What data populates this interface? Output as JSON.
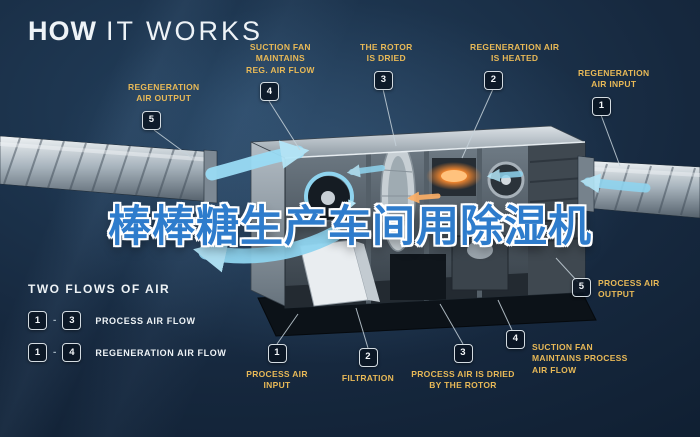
{
  "title": {
    "part1": "HOW",
    "part2": "IT WORKS"
  },
  "overlay": {
    "text": "棒棒糖生产车间用除湿机"
  },
  "callouts": [
    {
      "num": "5",
      "text": "REGENERATION\nAIR OUTPUT"
    },
    {
      "num": "4",
      "text": "SUCTION FAN\nMAINTAINS\nREG. AIR FLOW"
    },
    {
      "num": "3",
      "text": "THE ROTOR\nIS DRIED"
    },
    {
      "num": "2",
      "text": "REGENERATION AIR\nIS HEATED"
    },
    {
      "num": "1",
      "text": "REGENERATION\nAIR INPUT"
    },
    {
      "num": "5",
      "text": "PROCESS AIR\nOUTPUT"
    },
    {
      "num": "4",
      "text": "SUCTION FAN\nMAINTAINS PROCESS\nAIR FLOW"
    },
    {
      "num": "3",
      "text": "PROCESS AIR IS DRIED\nBY THE ROTOR"
    },
    {
      "num": "2",
      "text": "FILTRATION"
    },
    {
      "num": "1",
      "text": "PROCESS AIR\nINPUT"
    }
  ],
  "legend": {
    "title": "TWO FLOWS OF AIR",
    "rows": [
      {
        "from": "1",
        "separator": "-",
        "to": "3",
        "label": "PROCESS AIR FLOW"
      },
      {
        "from": "1",
        "separator": "-",
        "to": "4",
        "label": "REGENERATION AIR FLOW"
      }
    ]
  },
  "colors": {
    "background_navy": "#14283f",
    "label_gold": "#e8b957",
    "airflow_cyan": "#8fd4ef",
    "overlay_blue": "#2e7ccc",
    "heater_orange": "#ff8c2e"
  }
}
